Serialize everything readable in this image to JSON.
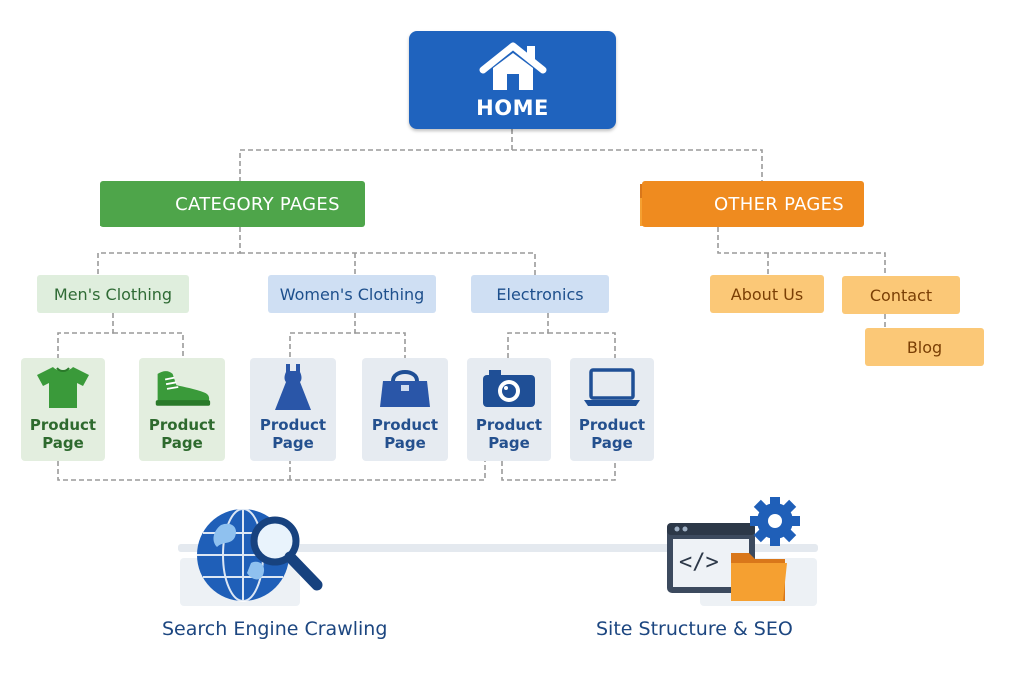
{
  "home": {
    "label": "HOME",
    "icon": "house-icon"
  },
  "category": {
    "label": "CATEGORY PAGES",
    "icon": "folder-icon",
    "color": "#4ea54a"
  },
  "other": {
    "label": "OTHER PAGES",
    "icon": "folder-icon",
    "color": "#ef8b1f"
  },
  "subcategories": [
    "Men's Clothing",
    "Women's Clothing",
    "Electronics"
  ],
  "other_pages": [
    "About Us",
    "Contact",
    "Blog"
  ],
  "products": [
    {
      "line1": "Product",
      "line2": "Page",
      "icon": "tshirt-icon"
    },
    {
      "line1": "Product",
      "line2": "Page",
      "icon": "sneaker-icon"
    },
    {
      "line1": "Product",
      "line2": "Page",
      "icon": "dress-icon"
    },
    {
      "line1": "Product",
      "line2": "Page",
      "icon": "handbag-icon"
    },
    {
      "line1": "Product",
      "line2": "Page",
      "icon": "camera-icon"
    },
    {
      "line1": "Product",
      "line2": "Page",
      "icon": "laptop-icon"
    }
  ],
  "bottom": {
    "left_label": "Search Engine Crawling",
    "left_icon": "globe-magnifier-icon",
    "right_label": "Site Structure & SEO",
    "right_icon": "code-window-gear-folder-icon"
  }
}
